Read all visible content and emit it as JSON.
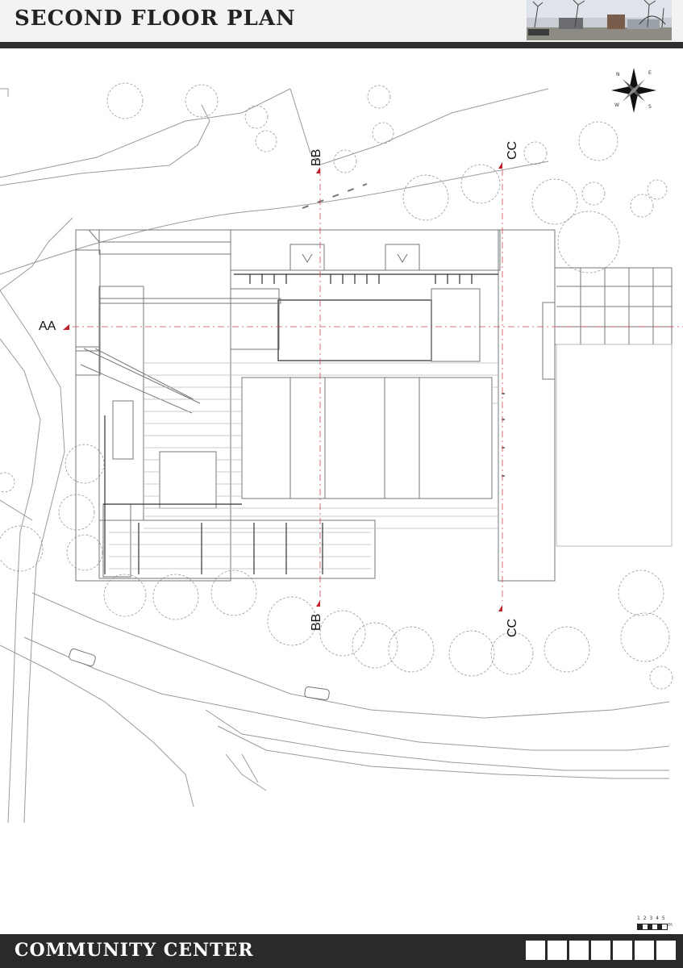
{
  "header": {
    "title": "SECOND FLOOR PLAN"
  },
  "compass": {
    "n": "N",
    "e": "E",
    "s": "S",
    "w": "W"
  },
  "sections": {
    "aa": "AA",
    "bb_top": "BB",
    "bb_bottom": "BB",
    "cc_top": "CC",
    "cc_bottom": "CC"
  },
  "scale": {
    "ticks": "1 2 3 4 5",
    "unit": "m"
  },
  "footer": {
    "title": "COMMUNITY CENTER",
    "square_count": 7
  },
  "colors": {
    "section_marker": "#c0202a",
    "header_bar": "#2f2f2f",
    "footer": "#2a2a2a",
    "line": "#8a8a8a"
  }
}
